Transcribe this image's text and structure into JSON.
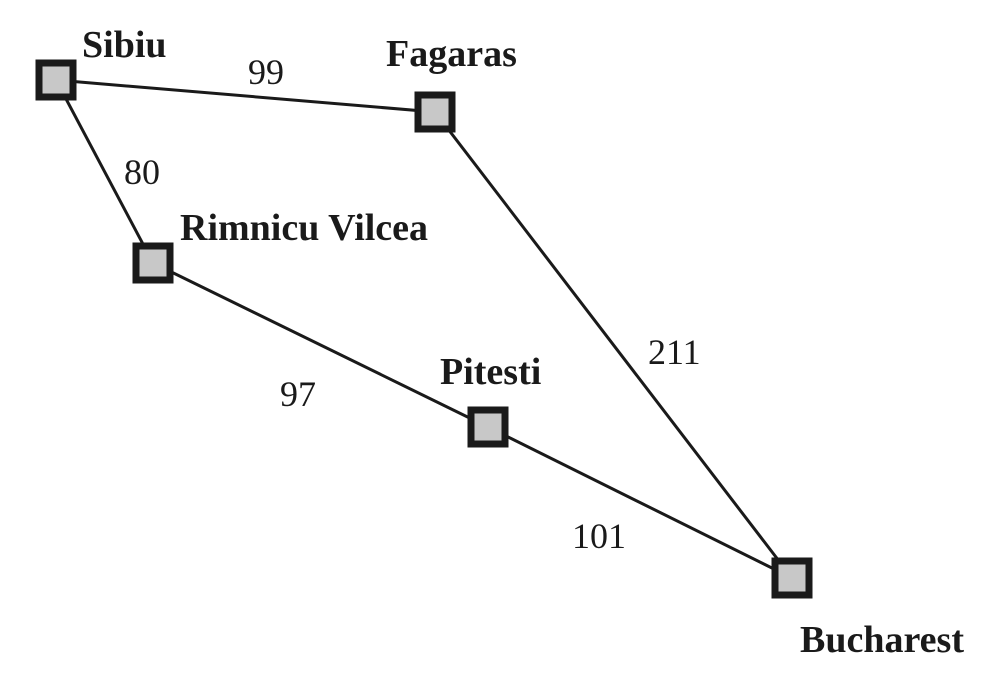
{
  "cities": {
    "sibiu": "Sibiu",
    "fagaras": "Fagaras",
    "rimnicu_vilcea": "Rimnicu Vilcea",
    "pitesti": "Pitesti",
    "bucharest": "Bucharest"
  },
  "distances": {
    "sibiu_fagaras": "99",
    "sibiu_rimnicu": "80",
    "rimnicu_pitesti": "97",
    "pitesti_bucharest": "101",
    "fagaras_bucharest": "211"
  },
  "colors": {
    "node_fill": "#c8c8c8",
    "stroke": "#1a1a1a"
  }
}
